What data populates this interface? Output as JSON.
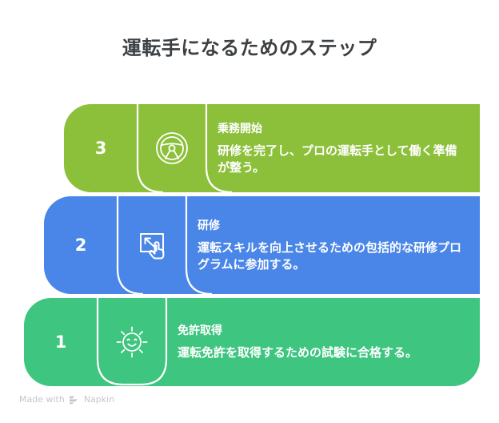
{
  "page": {
    "title": "運転手になるためのステップ",
    "background": "#ffffff",
    "title_color": "#3c4043"
  },
  "steps": [
    {
      "number": "3",
      "heading": "乗務開始",
      "description": "研修を完了し、プロの運転手として働く準備が整う。",
      "icon": "steering-wheel-icon",
      "color": "#8cc03a"
    },
    {
      "number": "2",
      "heading": "研修",
      "description": "運転スキルを向上させるための包括的な研修プログラムに参加する。",
      "icon": "resize-pointer-icon",
      "color": "#4a86e8"
    },
    {
      "number": "1",
      "heading": "免許取得",
      "description": "運転免許を取得するための試験に合格する。",
      "icon": "smiling-sun-icon",
      "color": "#3ec57f"
    }
  ],
  "footer": {
    "made_with": "Made with",
    "brand": "Napkin",
    "logo": "napkin-chevron-logo"
  }
}
